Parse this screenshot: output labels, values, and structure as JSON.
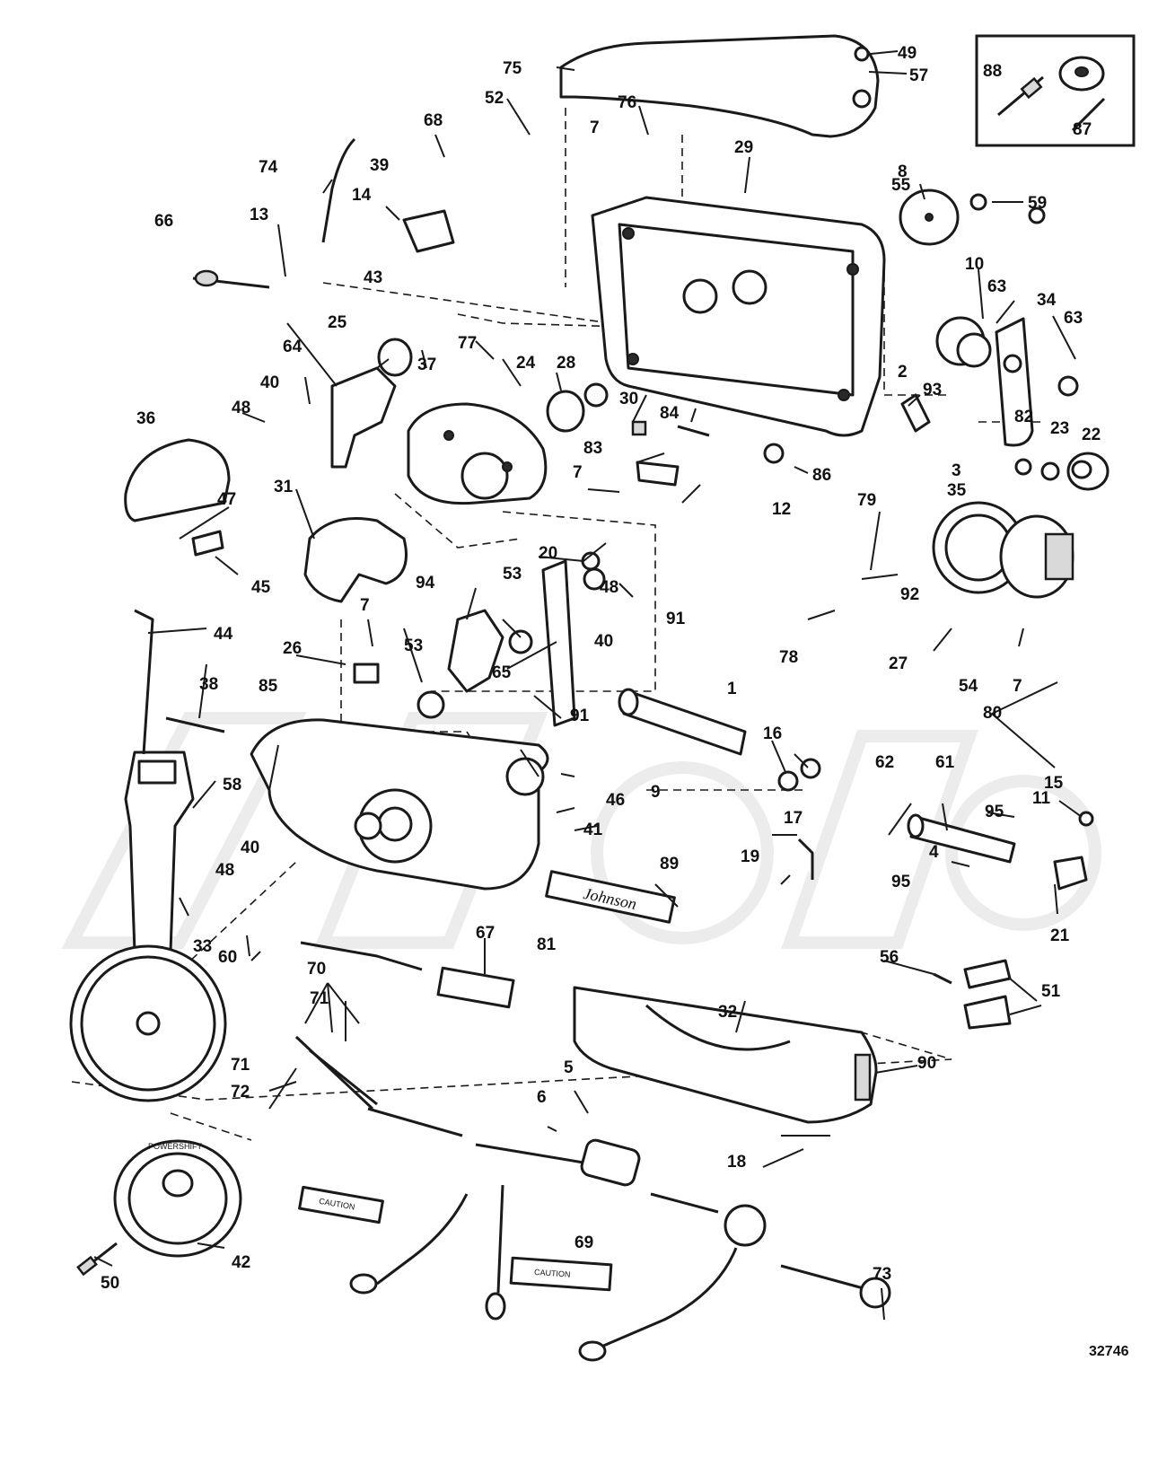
{
  "figure_number": "32746",
  "brand_label": "Johnson",
  "caution_label": "CAUTION",
  "knob_ring_text": "POWERSHIFT",
  "callouts": [
    "1",
    "2",
    "3",
    "4",
    "5",
    "6",
    "7",
    "8",
    "9",
    "10",
    "11",
    "12",
    "13",
    "14",
    "15",
    "16",
    "17",
    "18",
    "19",
    "20",
    "21",
    "22",
    "23",
    "24",
    "25",
    "26",
    "27",
    "28",
    "29",
    "30",
    "31",
    "32",
    "33",
    "34",
    "35",
    "36",
    "37",
    "38",
    "39",
    "40",
    "41",
    "42",
    "43",
    "44",
    "45",
    "46",
    "47",
    "48",
    "49",
    "50",
    "51",
    "52",
    "53",
    "54",
    "55",
    "56",
    "57",
    "58",
    "59",
    "60",
    "61",
    "62",
    "63",
    "64",
    "65",
    "66",
    "67",
    "68",
    "69",
    "70",
    "71",
    "72",
    "73",
    "74",
    "75",
    "76",
    "77",
    "78",
    "79",
    "80",
    "81",
    "82",
    "83",
    "84",
    "85",
    "86",
    "87",
    "88",
    "89",
    "90",
    "91",
    "92",
    "93",
    "94",
    "95"
  ],
  "colors": {
    "ink": "#1a1a1a",
    "paper": "#ffffff",
    "watermark": "#ececec"
  }
}
